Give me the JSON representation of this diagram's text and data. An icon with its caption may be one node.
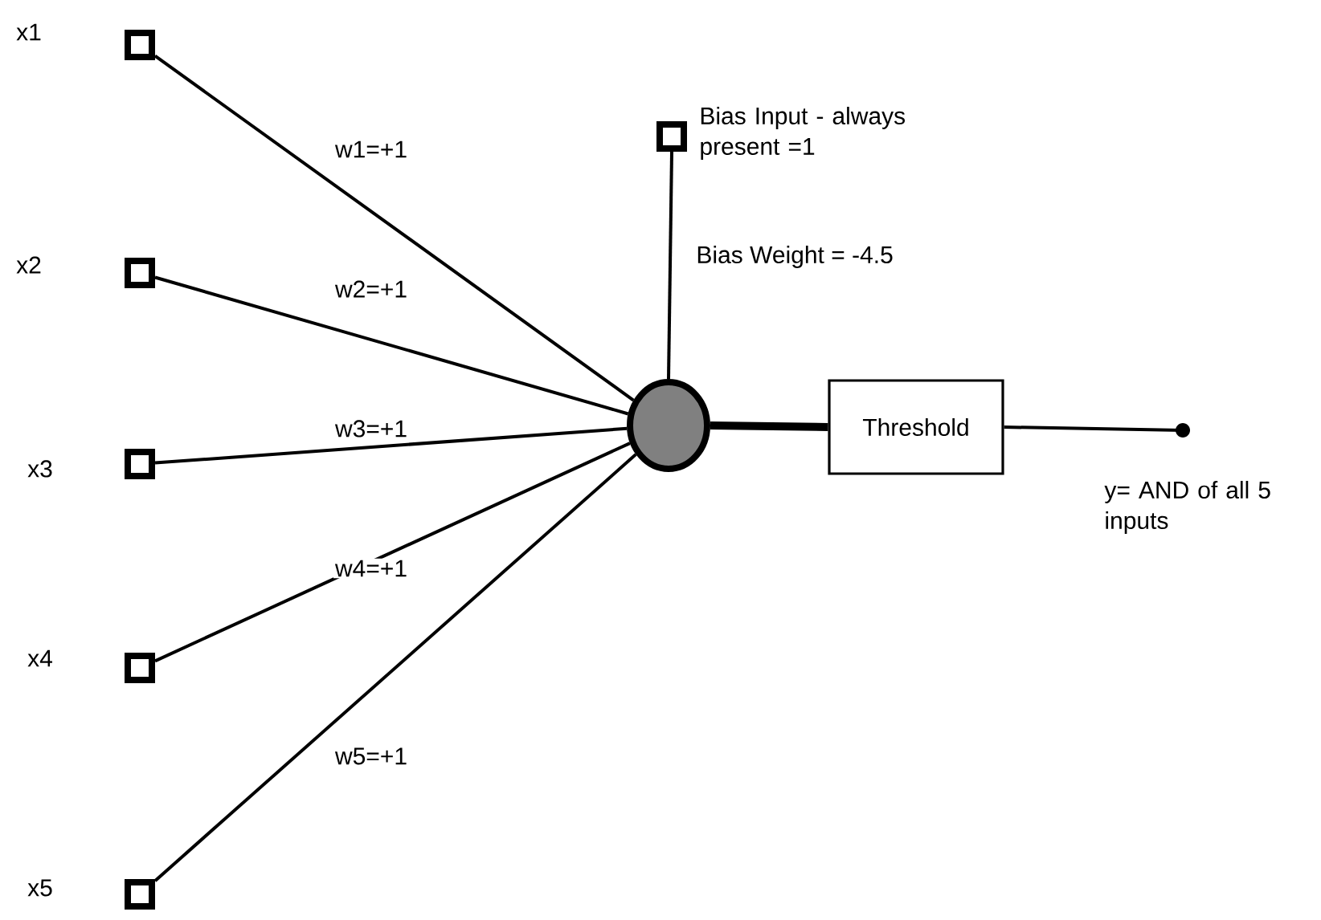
{
  "diagram": {
    "nodes": [
      {
        "text": [],
        "shape": "box",
        "beside": [
          "x1"
        ]
      },
      {
        "text": [],
        "shape": "box",
        "beside": [
          "x2"
        ]
      },
      {
        "text": [],
        "shape": "box",
        "beside": [
          "x3"
        ]
      },
      {
        "text": [],
        "shape": "box",
        "beside": [
          "x4"
        ]
      },
      {
        "text": [],
        "shape": "box",
        "beside": [
          "x5"
        ]
      },
      {
        "text": [],
        "shape": "box",
        "beside": [
          "Bias Input - always present =1"
        ]
      },
      {
        "text": [],
        "shape": "circle"
      },
      {
        "text": [
          "Threshold"
        ]
      },
      {
        "text": [],
        "shape": "circle",
        "beside": [
          "y= AND of all 5 inputs"
        ]
      }
    ],
    "edges": [
      {
        "from": 0,
        "to": 6,
        "arrow": "none",
        "label": "w1=+1"
      },
      {
        "from": 1,
        "to": 6,
        "arrow": "none",
        "label": "w2=+1"
      },
      {
        "from": 2,
        "to": 6,
        "arrow": "none",
        "label": "w3=+1"
      },
      {
        "from": 3,
        "to": 6,
        "arrow": "none",
        "label": "w4=+1"
      },
      {
        "from": 4,
        "to": 6,
        "arrow": "none",
        "label": "w5=+1"
      },
      {
        "from": 5,
        "to": 6,
        "arrow": "none",
        "label": "Bias Weight = -4.5"
      },
      {
        "from": 6,
        "to": 7,
        "arrow": "none",
        "style": "thick"
      },
      {
        "from": 7,
        "to": 8,
        "arrow": "none"
      }
    ]
  }
}
